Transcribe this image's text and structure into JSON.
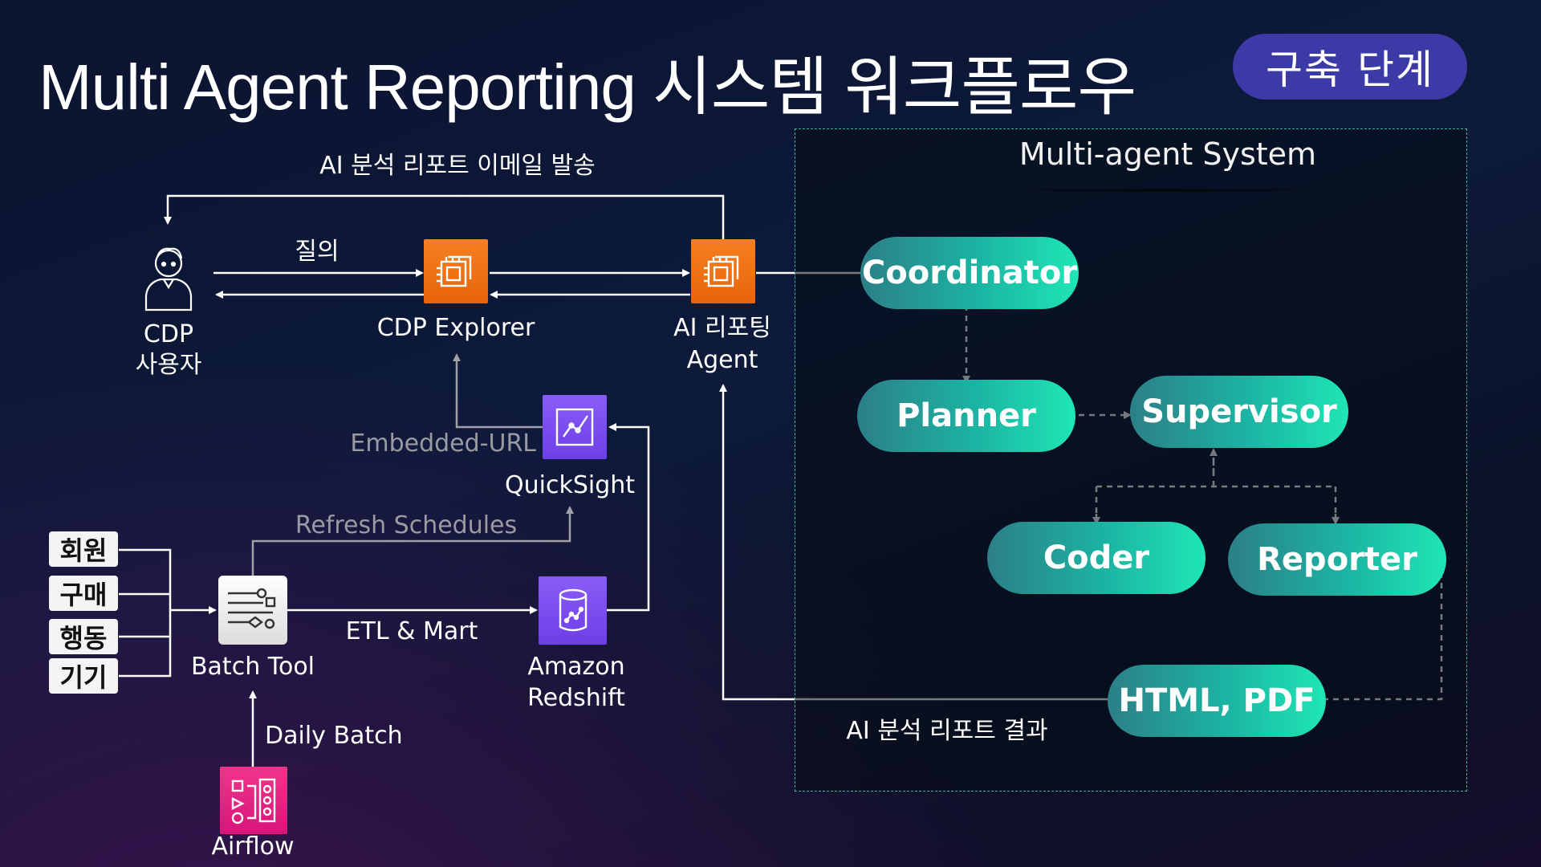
{
  "title": "Multi Agent Reporting 시스템 워크플로우",
  "badge": "구축 단계",
  "system_title": "Multi-agent System",
  "agents": {
    "coordinator": "Coordinator",
    "planner": "Planner",
    "supervisor": "Supervisor",
    "coder": "Coder",
    "reporter": "Reporter",
    "output": "HTML, PDF"
  },
  "nodes": {
    "user_line1": "CDP",
    "user_line2": "사용자",
    "cdp_explorer": "CDP Explorer",
    "ai_agent_line1": "AI 리포팅",
    "ai_agent_line2": "Agent",
    "quicksight": "QuickSight",
    "redshift_line1": "Amazon",
    "redshift_line2": "Redshift",
    "batch_tool": "Batch Tool",
    "airflow": "Airflow"
  },
  "sources": [
    "회원",
    "구매",
    "행동",
    "기기"
  ],
  "edges": {
    "email": "AI 분석 리포트 이메일 발송",
    "query": "질의",
    "embedded_url": "Embedded-URL",
    "refresh": "Refresh Schedules",
    "etl": "ETL & Mart",
    "daily_batch": "Daily Batch",
    "report_result": "AI 분석 리포트 결과"
  },
  "colors": {
    "pill_start": "#2c7f87",
    "pill_end": "#1fe6b5",
    "badge": "#3c3aa6",
    "aws_orange": "#ed7100",
    "aws_purple": "#7b4cf0",
    "aws_pink": "#e7157b"
  }
}
